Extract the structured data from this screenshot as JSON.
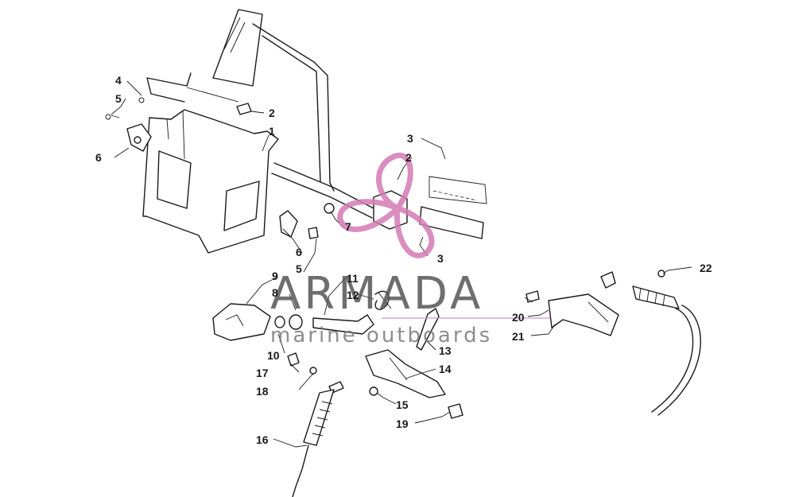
{
  "watermark": {
    "title": "ARMADA",
    "subtitle": "marine outboards",
    "logo_color": "#d47bb5"
  },
  "callouts": [
    "1",
    "2",
    "2",
    "3",
    "3",
    "4",
    "5",
    "5",
    "6",
    "6",
    "7",
    "8",
    "9",
    "10",
    "11",
    "12",
    "13",
    "14",
    "15",
    "16",
    "17",
    "18",
    "19",
    "20",
    "21",
    "22"
  ]
}
